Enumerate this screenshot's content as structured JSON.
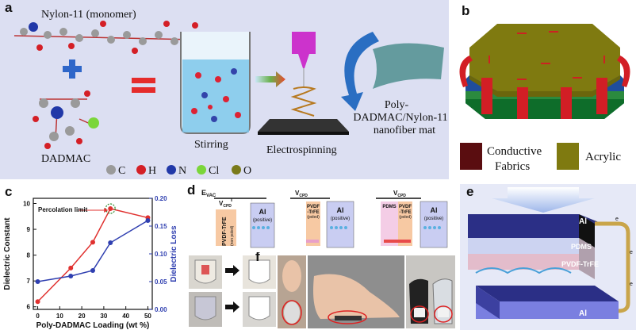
{
  "figure": {
    "panel_labels": {
      "a": "a",
      "b": "b",
      "c": "c",
      "d": "d",
      "e": "e",
      "f": "f"
    },
    "panel_a": {
      "monomer_label": "Nylon-11 (monomer)",
      "dadmac_label": "DADMAC",
      "stirring_label": "Stirring",
      "electrospinning_label": "Electrospinning",
      "mat_label_line1": "Poly-",
      "mat_label_line2": "DADMAC/Nylon-11",
      "mat_label_line3": "nanofiber mat",
      "atom_legend": [
        {
          "symbol": "C",
          "color": "#9a9a9a"
        },
        {
          "symbol": "H",
          "color": "#d41f26"
        },
        {
          "symbol": "N",
          "color": "#2138a8"
        },
        {
          "symbol": "Cl",
          "color": "#7bd63a"
        },
        {
          "symbol": "O",
          "color": "#7a7a1a"
        }
      ]
    },
    "panel_b": {
      "legend": [
        {
          "label_line1": "Conductive",
          "label_line2": "Fabrics",
          "color": "#5a0d10"
        },
        {
          "label_line1": "Acrylic",
          "label_line2": "",
          "color": "#7f7a10"
        }
      ]
    },
    "panel_d": {
      "evac_label": "E",
      "evac_sub": "VAC",
      "vcpd_label": "V",
      "vcpd_sub": "CPD",
      "al_label": "Al",
      "positive_label": "(positive)",
      "pvdf_trfe_label": "PVDF-TrFE",
      "non_poled_label": "(non poled)",
      "pvdf_short": "PVDF",
      "trfe_short": "-TrFE",
      "poled_label": "(poled)",
      "pdms_label": "PDMS"
    },
    "panel_e": {
      "al_top": "Al",
      "pdms": "PDMS",
      "pvdf_trfe": "PVDF-TrFE",
      "al_bottom": "Al",
      "electron_symbol": "e"
    },
    "colors": {
      "panel_a_bg": "#dcdff2",
      "panel_d_bg": "#eef0fb",
      "panel_e_bg": "#e6e9f7",
      "red_series": "#e0312f",
      "blue_series": "#2f3fb0"
    }
  },
  "chart_data": {
    "type": "line",
    "x": [
      0,
      15,
      25,
      33,
      50
    ],
    "xlabel": "Poly-DADMAC Loading (wt %)",
    "xlim": [
      -2,
      52
    ],
    "xticks": [
      0,
      10,
      20,
      30,
      40,
      50
    ],
    "annotation": "Percolation limit",
    "annotation_x": 33,
    "series": [
      {
        "axis": "left",
        "color": "#e0312f",
        "values": [
          6.2,
          7.5,
          8.5,
          9.8,
          9.45
        ]
      },
      {
        "axis": "right",
        "color": "#2f3fb0",
        "values": [
          0.05,
          0.06,
          0.07,
          0.12,
          0.16
        ]
      }
    ],
    "left_axis": {
      "label": "Dielectric Constant",
      "lim": [
        5.9,
        10.2
      ],
      "ticks": [
        6,
        7,
        8,
        9,
        10
      ]
    },
    "right_axis": {
      "label": "Dielectric Loss",
      "lim": [
        0.0,
        0.2
      ],
      "ticks": [
        0.0,
        0.05,
        0.1,
        0.15,
        0.2
      ]
    }
  }
}
